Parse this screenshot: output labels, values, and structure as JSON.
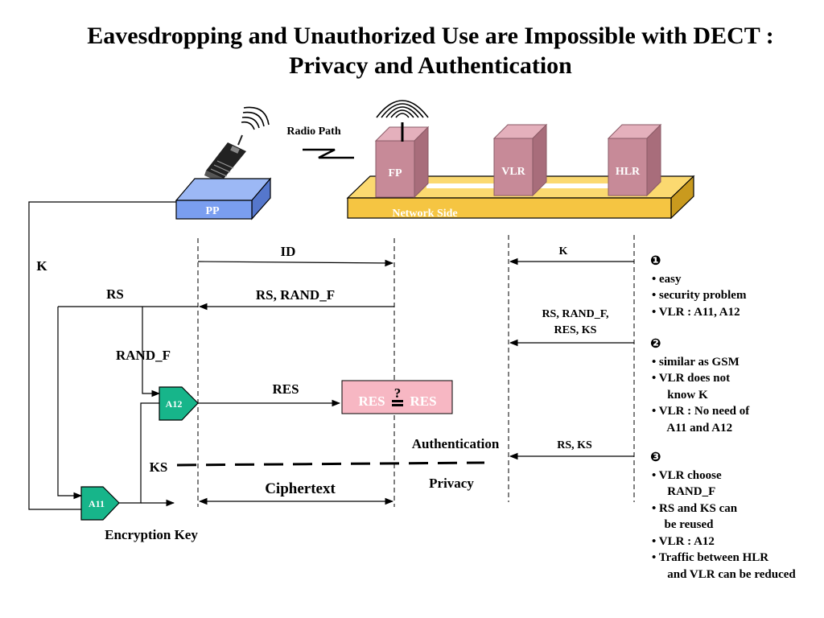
{
  "title": "Eavesdropping and Unauthorized Use are Impossible with DECT : Privacy and Authentication",
  "labels": {
    "radio_path": "Radio Path",
    "pp": "PP",
    "fp": "FP",
    "vlr": "VLR",
    "hlr": "HLR",
    "network_side": "Network Side",
    "k_left": "K",
    "id": "ID",
    "k_top": "K",
    "rs": "RS",
    "rs_rand_f": "RS, RAND_F",
    "rs_rand_f_res_ks_1": "RS, RAND_F,",
    "rs_rand_f_res_ks_2": "RES, KS",
    "rand_f": "RAND_F",
    "res": "RES",
    "res_box_left": "RES",
    "res_box_q": "?",
    "res_box_right": "RES",
    "a12": "A12",
    "a11": "A11",
    "authentication": "Authentication",
    "rs_ks": "RS, KS",
    "ks": "KS",
    "ciphertext": "Ciphertext",
    "privacy": "Privacy",
    "encryption_key": "Encryption Key"
  },
  "notes": [
    {
      "marker": "❶",
      "items": [
        "• easy",
        "• security problem",
        "• VLR : A11, A12"
      ]
    },
    {
      "marker": "❷",
      "items": [
        "• similar as GSM",
        "• VLR does not\n   know K",
        "• VLR : No need of\n   A11 and A12"
      ]
    },
    {
      "marker": "❸",
      "items": [
        "• VLR choose\n   RAND_F",
        "• RS and KS can\n  be reused",
        "• VLR : A12",
        "• Traffic between HLR\n   and VLR can be reduced"
      ]
    }
  ],
  "colors": {
    "pp_box": "#7a9ef0",
    "network_bar": "#f5c542",
    "tower": "#c78a98",
    "a_block": "#17b58a",
    "res_box": "#f7b7c3"
  }
}
